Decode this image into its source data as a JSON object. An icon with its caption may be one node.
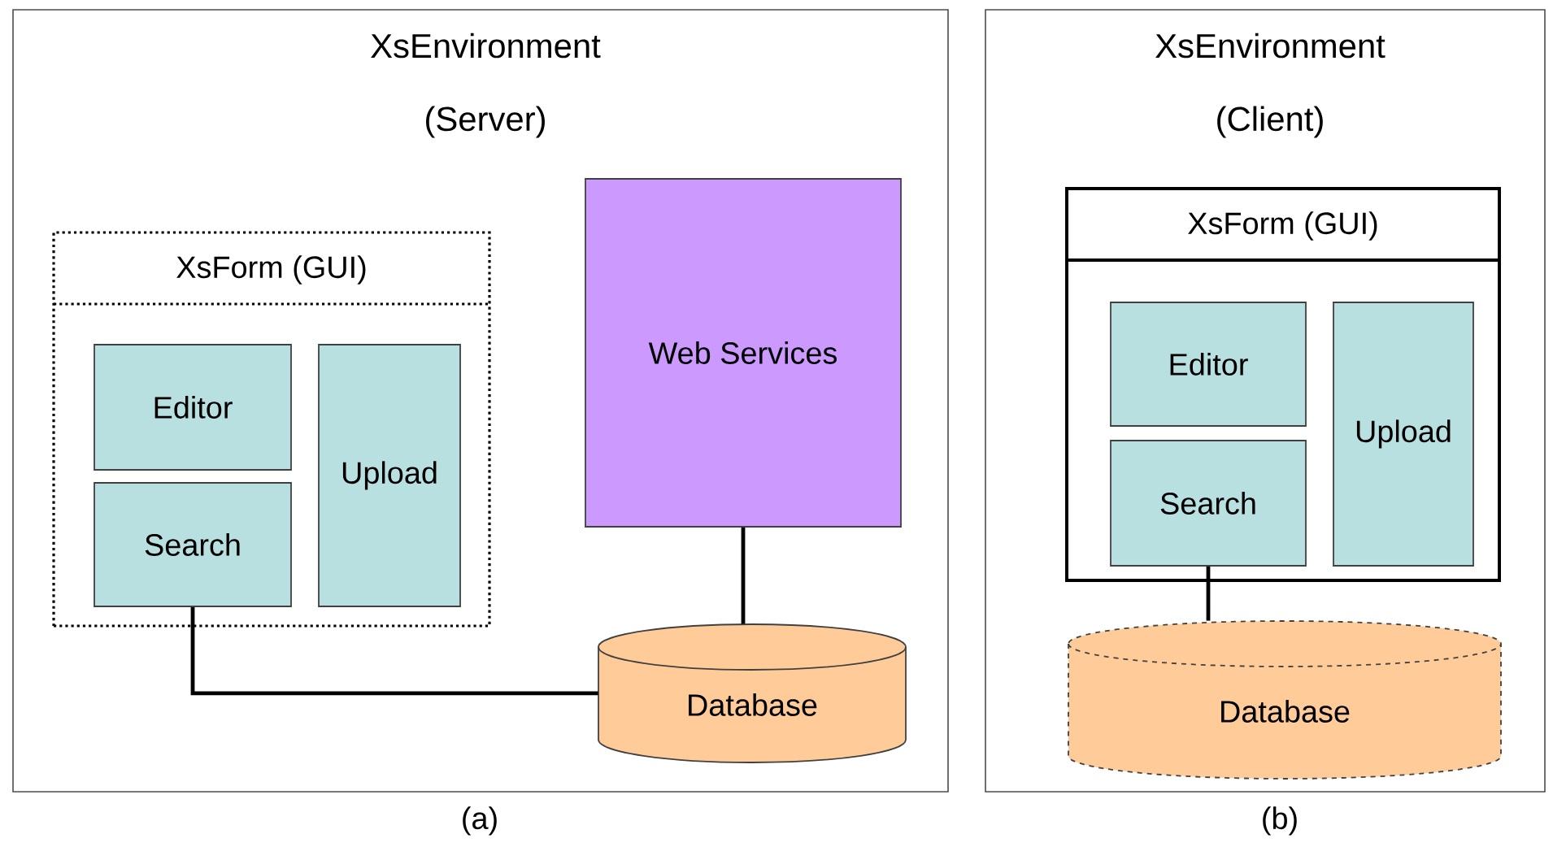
{
  "diagram": {
    "nodes": [
      {
        "text": [
          "XsEnvironment",
          "(Server)"
        ]
      },
      {
        "text": [
          "XsForm (GUI)"
        ],
        "in": 0
      },
      {
        "text": [
          "Editor"
        ],
        "in": 1
      },
      {
        "text": [
          "Search"
        ],
        "in": 1
      },
      {
        "text": [
          "Upload"
        ],
        "in": 1
      },
      {
        "text": [
          "Web Services"
        ],
        "in": 0
      },
      {
        "text": [
          "Database"
        ],
        "in": 0
      },
      {
        "text": [
          "XsEnvironment",
          "(Client)"
        ]
      },
      {
        "text": [
          "XsForm (GUI)"
        ],
        "in": 7
      },
      {
        "text": [
          "Editor"
        ],
        "in": 8
      },
      {
        "text": [
          "Search"
        ],
        "in": 8
      },
      {
        "text": [
          "Upload"
        ],
        "in": 8
      },
      {
        "text": [
          "Database"
        ],
        "in": 7
      }
    ],
    "edges": [
      {
        "from": 3,
        "to": 6,
        "arrow": "none"
      },
      {
        "from": 5,
        "to": 6,
        "arrow": "none"
      },
      {
        "from": 10,
        "to": 12,
        "arrow": "none"
      }
    ],
    "labels": [
      "(a)",
      "(b)"
    ]
  }
}
